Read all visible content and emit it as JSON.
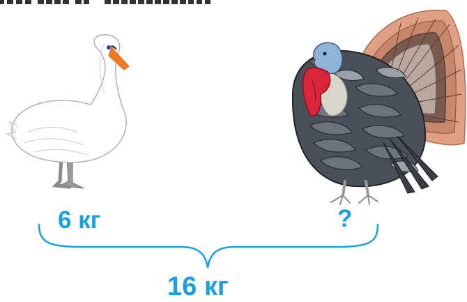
{
  "labels": {
    "swan_weight": "6 кг",
    "turkey_weight": "?",
    "total_weight": "16 кг"
  },
  "colors": {
    "accent": "#1aa0e0",
    "brace": "#1aa0e0",
    "swan_beak": "#f47920",
    "turkey_wattle": "#d9263a",
    "turkey_head": "#8fb3d9",
    "turkey_tail": "#d98a6a"
  },
  "icons": {
    "swan": "swan-illustration",
    "turkey": "turkey-illustration",
    "brace": "curly-brace"
  }
}
